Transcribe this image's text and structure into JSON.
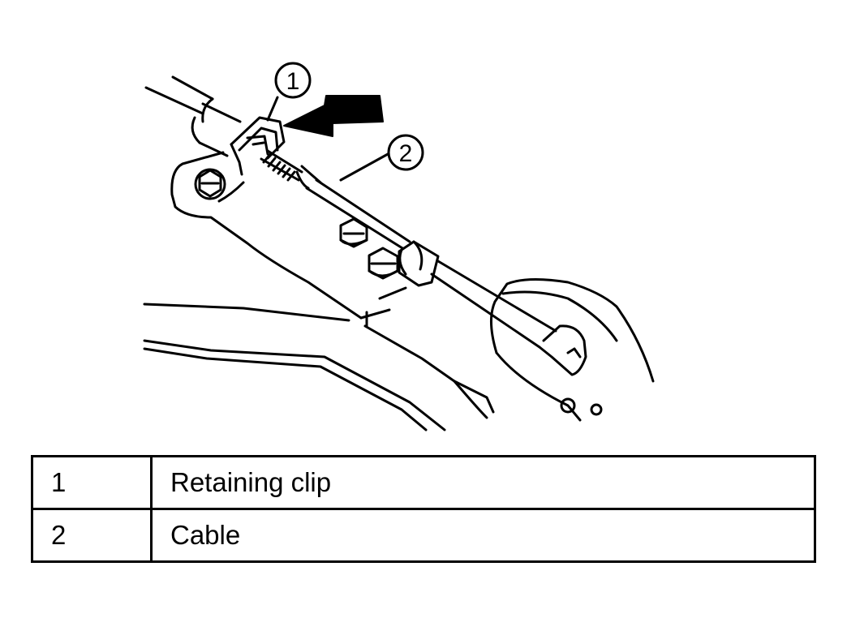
{
  "callouts": [
    {
      "id": "1"
    },
    {
      "id": "2"
    }
  ],
  "legend": [
    {
      "number": "1",
      "label": "Retaining clip"
    },
    {
      "number": "2",
      "label": "Cable"
    }
  ]
}
